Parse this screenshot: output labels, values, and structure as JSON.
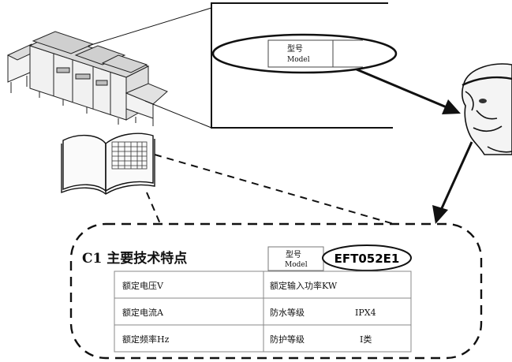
{
  "nameplate": {
    "model_label_cn": "型号",
    "model_label_en": "Model"
  },
  "spec_panel": {
    "title": "C1 主要技术特点",
    "model_label_cn": "型号",
    "model_label_en": "Model",
    "model_value": "EFT052E1",
    "rows": [
      {
        "left": "额定电压V",
        "right_label": "额定输入功率KW",
        "right_value": ""
      },
      {
        "left": "额定电流A",
        "right_label": "防水等级",
        "right_value": "IPX4"
      },
      {
        "left": "额定频率Hz",
        "right_label": "防护等级",
        "right_value": "I类"
      }
    ]
  },
  "colors": {
    "ink": "#111111",
    "paper": "#ffffff",
    "machine_fill": "#e6e6e6"
  },
  "icons": [
    "dishwasher-machine-icon",
    "open-manual-icon",
    "worker-head-icon",
    "arrow-icon"
  ]
}
